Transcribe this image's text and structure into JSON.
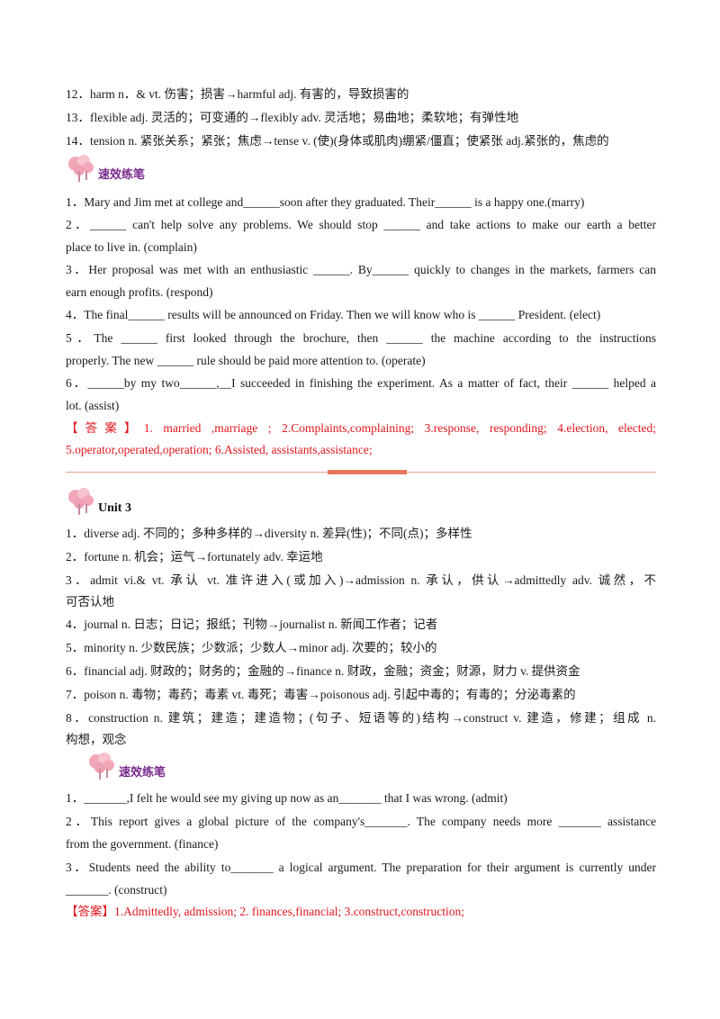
{
  "vocab_top": [
    "12．harm n．& vt.   伤害；损害→harmful adj.   有害的，导致损害的",
    "13．flexible adj. 灵活的；可变通的→flexibly adv. 灵活地；易曲地；柔软地；有弹性地",
    "14．tension n. 紧张关系；紧张；焦虑→tense v. (使)(身体或肌肉)绷紧/僵直；使紧张   adj.紧张的，焦虑的"
  ],
  "practice1": {
    "heading": "速效练笔",
    "lines": [
      "1．Mary and Jim met at college and______soon after they graduated. Their______  is a happy one.(marry)",
      "2．______  can't help solve any problems. We should stop  ______  and take actions to make our earth a better",
      "place to live in.   (complain)",
      "3．Her proposal was met with an enthusiastic  ______. By______  quickly to changes in the markets, farmers can",
      "earn enough profits. (respond)",
      "4．The final______  results will be announced on Friday. Then we will know who is  ______  President. (elect)",
      "5．The  ______  first looked through the brochure, then  ______  the machine according to the instructions",
      "properly. The new  ______  rule should be paid more attention to. (operate)",
      "6．______by my two______,__I succeeded in finishing the experiment. As a matter of fact, their  ______  helped a",
      "lot. (assist)"
    ],
    "answer_1": "【答案】1. married  ,marriage  ;   2.Complaints,complaining;   3.response,  responding;  4.election,  elected;",
    "answer_2": "5.operator,operated,operation;    6.Assisted,    assistants,assistance;"
  },
  "unit": {
    "title": "Unit  3",
    "lines": [
      "1．diverse adj. 不同的；多种多样的→diversity n. 差异(性)；不同(点)；多样性",
      "2．fortune n.     机会；运气→fortunately    adv.   幸运地",
      "3．admit vi.& vt.   承认   vt.   准许进入(或加入)→admission n.   承认，供认→admittedly adv.   诚然，不",
      "可否认地",
      "4．journal n. 日志；日记；报纸；刊物→journalist n. 新闻工作者；记者",
      "5．minority n. 少数民族；少数派；少数人→minor adj. 次要的；较小的",
      "6．financial adj.    财政的；财务的；金融的→finance n.   财政，金融；资金；财源，财力   v. 提供资金",
      "7．poison n. 毒物；毒药；毒素   vt. 毒死；毒害→poisonous adj. 引起中毒的；有毒的；分泌毒素的",
      "8．construction n.     建筑；建造；建造物；(句子、短语等的)结构→construct   v. 建造，修建；组成   n.",
      "构想，观念"
    ]
  },
  "practice2": {
    "heading": "速效练笔",
    "lines": [
      "1．_______,I felt he would see my giving up now as an_______  that I was wrong.   (admit)",
      "2．This report gives a global picture of the company's_______. The company needs more  _______  assistance",
      "from the government. (finance)",
      "3．Students need the ability to_______  a logical argument. The preparation for their argument is currently under",
      "_______.   (construct)"
    ],
    "answer": "【答案】1.Admittedly,  admission;   2.  finances,financial;   3.construct,construction;"
  },
  "colors": {
    "answer": "#e0161c",
    "heading": "#7a2a8c",
    "divider": "#e8765c",
    "flower": "#f2a7b8"
  },
  "icons": {
    "section_icon": "pink-tree-flower-icon"
  }
}
